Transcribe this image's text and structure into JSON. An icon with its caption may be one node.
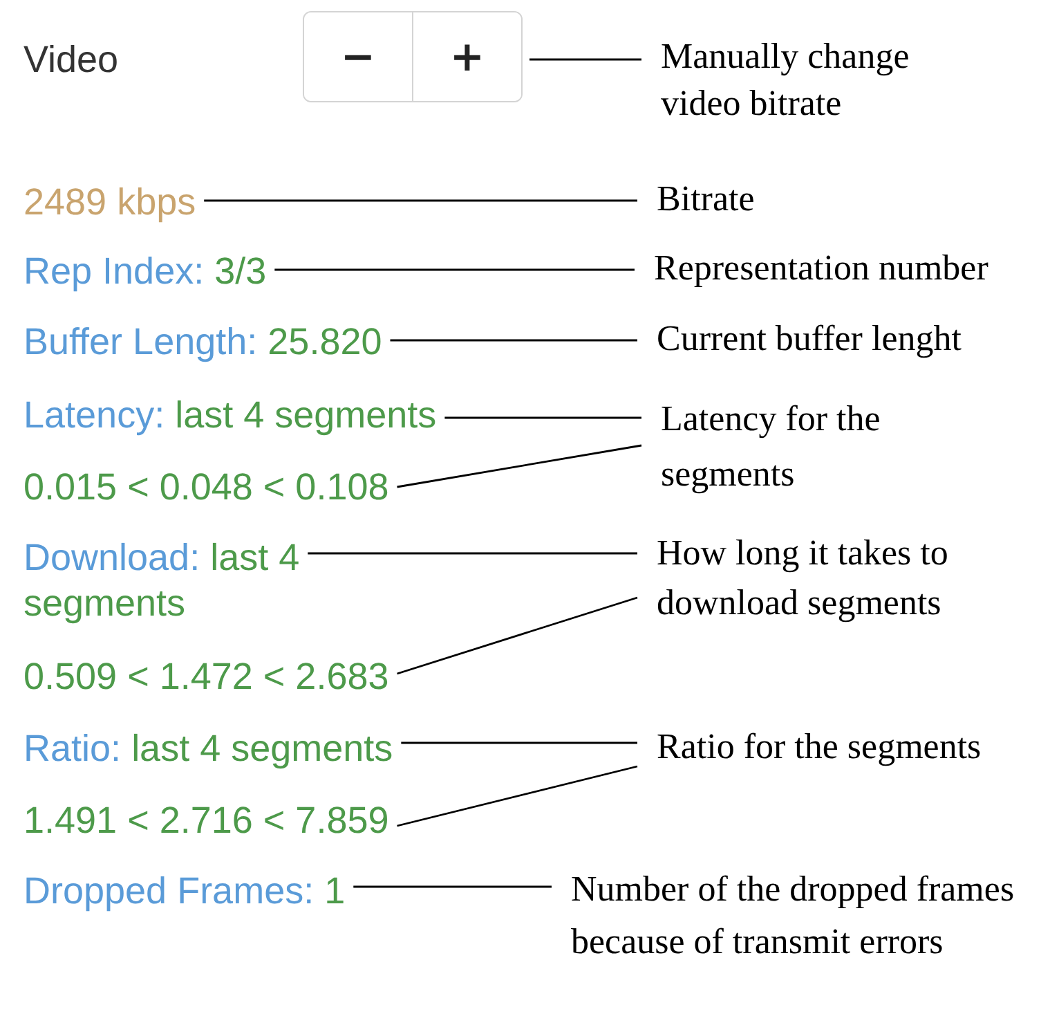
{
  "diagram": {
    "nodes": [
      {
        "text": [
          "−",
          "+"
        ]
      },
      {
        "text": [
          "Manually change video bitrate"
        ]
      },
      {
        "text": [
          "2489 kbps"
        ]
      },
      {
        "text": [
          "Bitrate"
        ]
      },
      {
        "text": [
          "Rep Index:",
          "3/3"
        ]
      },
      {
        "text": [
          "Representation number"
        ]
      },
      {
        "text": [
          "Buffer Length:",
          "25.820"
        ]
      },
      {
        "text": [
          "Current buffer lenght"
        ]
      },
      {
        "text": [
          "Latency:",
          "last 4 segments"
        ]
      },
      {
        "text": [
          "0.015 < 0.048 < 0.108"
        ]
      },
      {
        "text": [
          "Latency for the segments"
        ]
      },
      {
        "text": [
          "Download:",
          "last 4 segments"
        ]
      },
      {
        "text": [
          "0.509 < 1.472 < 2.683"
        ]
      },
      {
        "text": [
          "How long it takes to download segments"
        ]
      },
      {
        "text": [
          "Ratio:",
          "last 4 segments"
        ]
      },
      {
        "text": [
          "1.491 < 2.716 < 7.859"
        ]
      },
      {
        "text": [
          "Ratio for the segments"
        ]
      },
      {
        "text": [
          "Dropped Frames:",
          "1"
        ]
      },
      {
        "text": [
          "Number of the dropped frames because of transmit errors"
        ]
      }
    ],
    "edges": [
      {
        "from": 0,
        "to": 1,
        "arrow": "none"
      },
      {
        "from": 2,
        "to": 3,
        "arrow": "none"
      },
      {
        "from": 4,
        "to": 5,
        "arrow": "none"
      },
      {
        "from": 6,
        "to": 7,
        "arrow": "none"
      },
      {
        "from": 8,
        "to": 10,
        "arrow": "none"
      },
      {
        "from": 9,
        "to": 10,
        "arrow": "none"
      },
      {
        "from": 11,
        "to": 13,
        "arrow": "none"
      },
      {
        "from": 12,
        "to": 13,
        "arrow": "none"
      },
      {
        "from": 14,
        "to": 16,
        "arrow": "none"
      },
      {
        "from": 15,
        "to": 16,
        "arrow": "none"
      },
      {
        "from": 17,
        "to": 18,
        "arrow": "none"
      }
    ],
    "labels": [
      "Video"
    ]
  }
}
